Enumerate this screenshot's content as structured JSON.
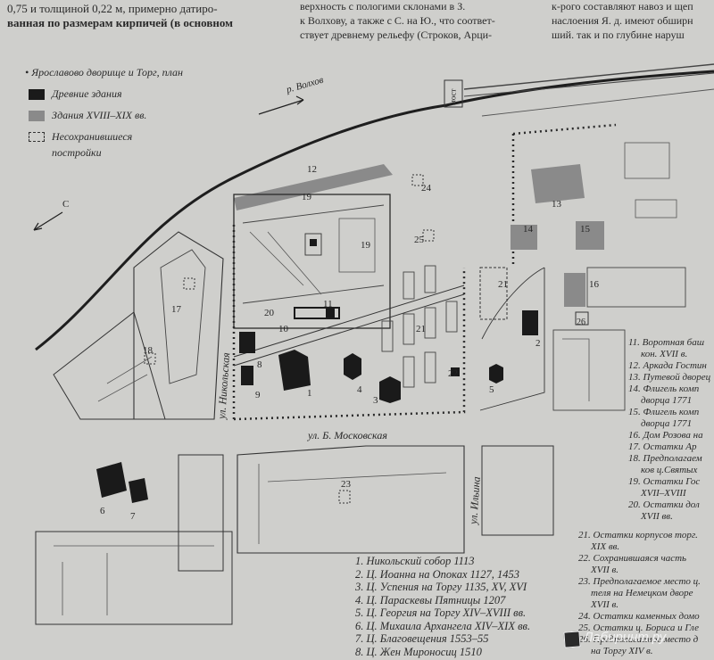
{
  "page": {
    "top_text": [
      "0,75 и толщиной 0,22 м, примерно датиро-",
      "ванная по размерам кирпичей (в основном"
    ],
    "top_text_mid": [
      "верхность с пологими склонами в З.",
      "к Волхову, а также с С. на Ю., что соответ-",
      "ствует древнему рельефу (Строков, Арци-"
    ],
    "top_text_right": [
      "к-рого составляют навоз и щеп",
      "наслоения Я. д. имеют обширн",
      "ший. так и по глубине наруш"
    ]
  },
  "map": {
    "title": "• Ярославово дворище и Торг, план",
    "legend": [
      {
        "label": "Древние здания",
        "color": "#1a1a1a"
      },
      {
        "label": "Здания XVIII–XIX вв.",
        "color": "#8a8a8a"
      },
      {
        "label": "Несохранившиеся",
        "color": "none"
      }
    ],
    "legend_extra": "постройки",
    "labels": {
      "river": "р. Волхов",
      "north": "С",
      "street_nikolskaya": "ул. Никольская",
      "street_moskovskaya": "ул. Б. Московская",
      "street_ilyina": "ул. Ильина",
      "bridge": "мост"
    },
    "numbers": [
      "1",
      "2",
      "3",
      "4",
      "5",
      "6",
      "7",
      "8",
      "9",
      "10",
      "11",
      "12",
      "13",
      "14",
      "15",
      "16",
      "17",
      "18",
      "19",
      "19",
      "20",
      "21",
      "21",
      "22",
      "23",
      "24",
      "25",
      "26"
    ]
  },
  "key_left": [
    "1. Никольский собор 1113",
    "2. Ц. Иоанна на Опоках 1127, 1453",
    "3. Ц. Успения на Торгу 1135, XV, XVI",
    "4. Ц. Параскевы Пятницы 1207",
    "5. Ц. Георгия на Торгу XIV–XVIII вв.",
    "6. Ц. Михаила Архангела XIV–XIX вв.",
    "7. Ц. Благовещения 1553–55",
    "8. Ц. Жен Мироносиц 1510"
  ],
  "key_right_top": [
    "11. Воротная баш",
    "кон. XVII в.",
    "12. Аркада Гостин",
    "13. Путевой дворец",
    "14. Флигель комп",
    "дворца 1771",
    "15. Флигель комп",
    "дворца 1771",
    "16. Дом Розова на",
    "17. Остатки Ар",
    "18. Предполагаем",
    "ков ц.Святых",
    "19. Остатки Гос",
    "XVII–XVIII",
    "20. Остатки дол",
    "XVII вв."
  ],
  "key_right_bottom": [
    "21. Остатки корпусов торг.",
    "XIX вв.",
    "22. Сохранившаяся часть",
    "XVII в.",
    "23. Предполагаемое место ц.",
    "теля на Немецком дворе",
    "XVII в.",
    "24. Остатки каменных домо",
    "25. Остатки ц. Бориса и Гле",
    "26. Предполагаемое место д",
    "на Торгу XIV в."
  ],
  "watermark": "Лабиринт.ру"
}
